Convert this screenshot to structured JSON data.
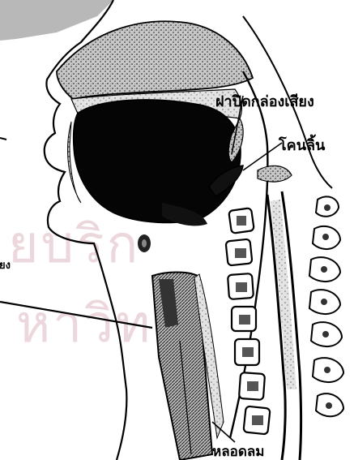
{
  "labels": {
    "epiglottis": "ฝาปิดกล่องเสียง",
    "tongue_base": "โคนลิ้น",
    "trachea": "หลอดลม",
    "left_edge": "ยง"
  },
  "watermark": {
    "line1": "ยบริก",
    "line2": "หาวิท"
  },
  "colors": {
    "ink": "#000000",
    "stipple": "#6b6b6b",
    "watermark": "#ecd7dc",
    "background": "#ffffff"
  }
}
